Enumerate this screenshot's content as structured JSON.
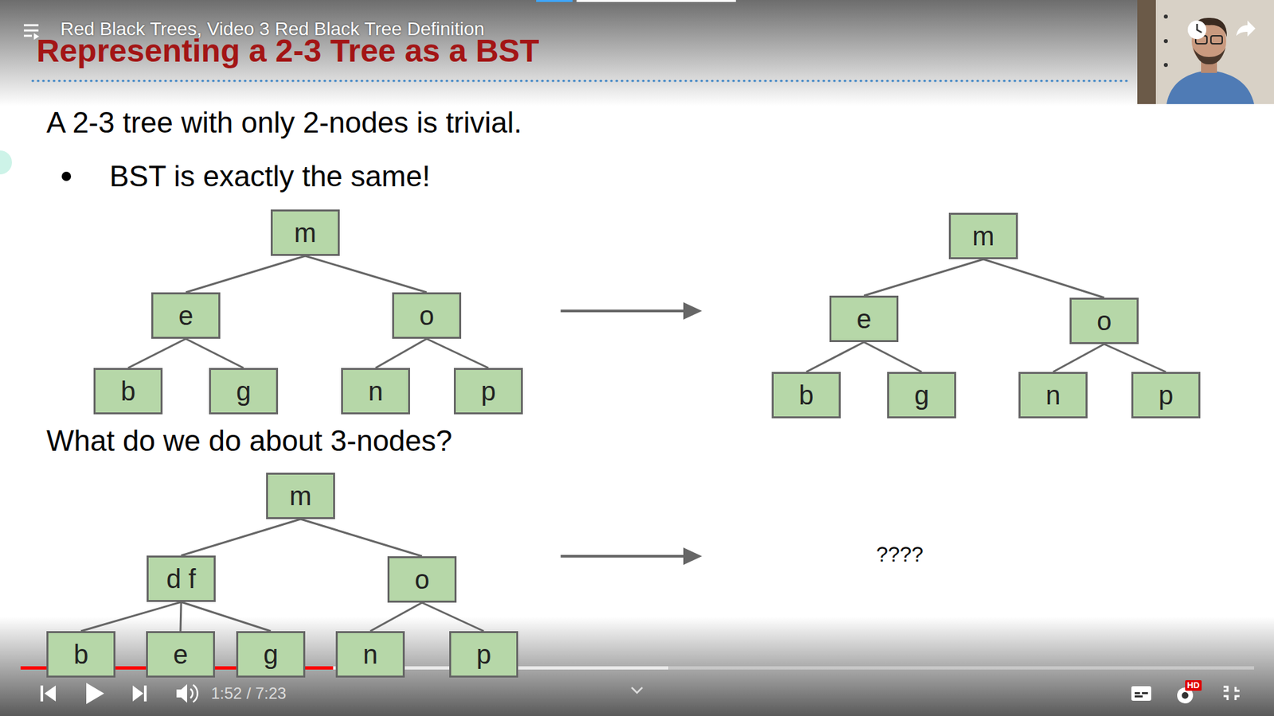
{
  "diagram": {
    "title": "Representing a 2-3 Tree as a BST",
    "nodes": [
      {
        "text": [
          "m"
        ]
      },
      {
        "text": [
          "e"
        ]
      },
      {
        "text": [
          "o"
        ]
      },
      {
        "text": [
          "b"
        ]
      },
      {
        "text": [
          "g"
        ]
      },
      {
        "text": [
          "n"
        ]
      },
      {
        "text": [
          "p"
        ]
      },
      {
        "text": [
          "m"
        ]
      },
      {
        "text": [
          "e"
        ]
      },
      {
        "text": [
          "o"
        ]
      },
      {
        "text": [
          "b"
        ]
      },
      {
        "text": [
          "g"
        ]
      },
      {
        "text": [
          "n"
        ]
      },
      {
        "text": [
          "p"
        ]
      },
      {
        "text": [
          "m"
        ]
      },
      {
        "text": [
          "d f"
        ]
      },
      {
        "text": [
          "o"
        ]
      },
      {
        "text": [
          "b"
        ]
      },
      {
        "text": [
          "e"
        ]
      },
      {
        "text": [
          "g"
        ]
      },
      {
        "text": [
          "n"
        ]
      },
      {
        "text": [
          "p"
        ]
      }
    ],
    "edges": [
      {
        "from": 0,
        "to": 1,
        "arrow": "none"
      },
      {
        "from": 0,
        "to": 2,
        "arrow": "none"
      },
      {
        "from": 1,
        "to": 3,
        "arrow": "none"
      },
      {
        "from": 1,
        "to": 4,
        "arrow": "none"
      },
      {
        "from": 2,
        "to": 5,
        "arrow": "none"
      },
      {
        "from": 2,
        "to": 6,
        "arrow": "none"
      },
      {
        "from": 7,
        "to": 8,
        "arrow": "none"
      },
      {
        "from": 7,
        "to": 9,
        "arrow": "none"
      },
      {
        "from": 8,
        "to": 10,
        "arrow": "none"
      },
      {
        "from": 8,
        "to": 11,
        "arrow": "none"
      },
      {
        "from": 9,
        "to": 12,
        "arrow": "none"
      },
      {
        "from": 9,
        "to": 13,
        "arrow": "none"
      },
      {
        "from": 14,
        "to": 15,
        "arrow": "none"
      },
      {
        "from": 14,
        "to": 16,
        "arrow": "none"
      },
      {
        "from": 15,
        "to": 17,
        "arrow": "none"
      },
      {
        "from": 15,
        "to": 18,
        "arrow": "none"
      },
      {
        "from": 15,
        "to": 19,
        "arrow": "none"
      },
      {
        "from": 16,
        "to": 20,
        "arrow": "none"
      },
      {
        "from": 16,
        "to": 21,
        "arrow": "none"
      }
    ],
    "labels": [
      "Red Black Trees, Video 3 Red Black Tree Definition",
      "A 2-3 tree with only 2-nodes is trivial.",
      "BST is exactly the same!",
      "What do we do about 3-nodes?",
      "????",
      "1:52 / 7:23",
      "HD"
    ]
  }
}
